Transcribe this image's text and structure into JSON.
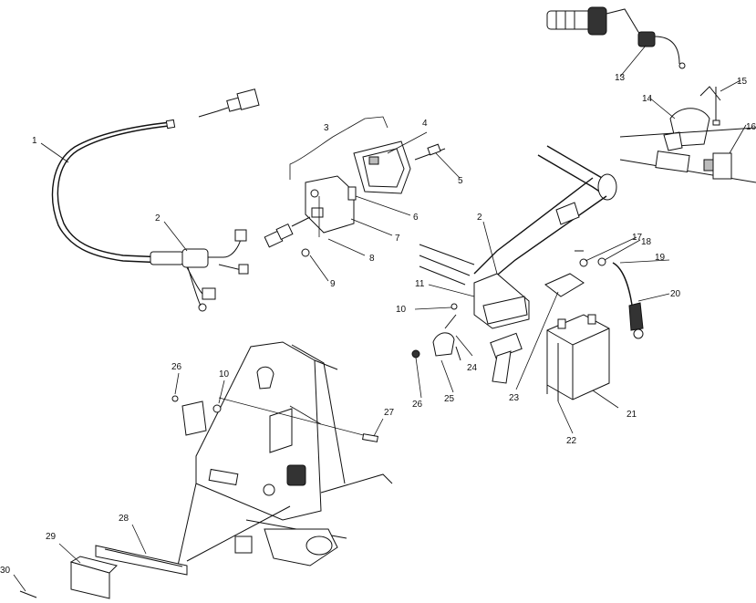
{
  "callouts": [
    {
      "id": "c1",
      "text": "1"
    },
    {
      "id": "c2",
      "text": "2"
    },
    {
      "id": "c2b",
      "text": "2"
    },
    {
      "id": "c3",
      "text": "3"
    },
    {
      "id": "c4",
      "text": "4"
    },
    {
      "id": "c5",
      "text": "5"
    },
    {
      "id": "c6",
      "text": "6"
    },
    {
      "id": "c7",
      "text": "7"
    },
    {
      "id": "c8",
      "text": "8"
    },
    {
      "id": "c9",
      "text": "9"
    },
    {
      "id": "c10a",
      "text": "10"
    },
    {
      "id": "c10b",
      "text": "10"
    },
    {
      "id": "c11",
      "text": "11"
    },
    {
      "id": "c13",
      "text": "13"
    },
    {
      "id": "c14",
      "text": "14"
    },
    {
      "id": "c15",
      "text": "15"
    },
    {
      "id": "c16",
      "text": "16"
    },
    {
      "id": "c17",
      "text": "17"
    },
    {
      "id": "c18",
      "text": "18"
    },
    {
      "id": "c19",
      "text": "19"
    },
    {
      "id": "c20",
      "text": "20"
    },
    {
      "id": "c21",
      "text": "21"
    },
    {
      "id": "c22",
      "text": "22"
    },
    {
      "id": "c23",
      "text": "23"
    },
    {
      "id": "c24",
      "text": "24"
    },
    {
      "id": "c25",
      "text": "25"
    },
    {
      "id": "c26a",
      "text": "26"
    },
    {
      "id": "c26b",
      "text": "26"
    },
    {
      "id": "c27",
      "text": "27"
    },
    {
      "id": "c28",
      "text": "28"
    },
    {
      "id": "c29",
      "text": "29"
    },
    {
      "id": "c30",
      "text": "30"
    }
  ]
}
